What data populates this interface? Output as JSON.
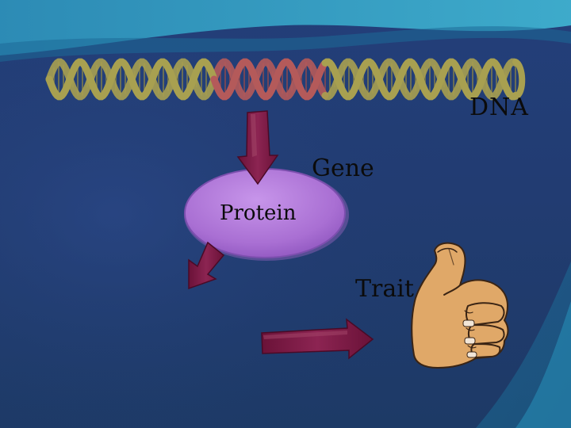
{
  "diagram": {
    "dna_label": "DNA",
    "gene_label": "Gene",
    "protein_label": "Protein",
    "trait_label": "Trait"
  },
  "colors": {
    "background": "#223c72",
    "dna_strand": "#a8a050",
    "gene_segment": "#b45a5a",
    "arrow": "#7a1a44",
    "protein_oval": "#b07ad8",
    "hand_skin": "#e0a868"
  },
  "icons": [
    "dna-helix-icon",
    "thumbs-up-icon"
  ]
}
